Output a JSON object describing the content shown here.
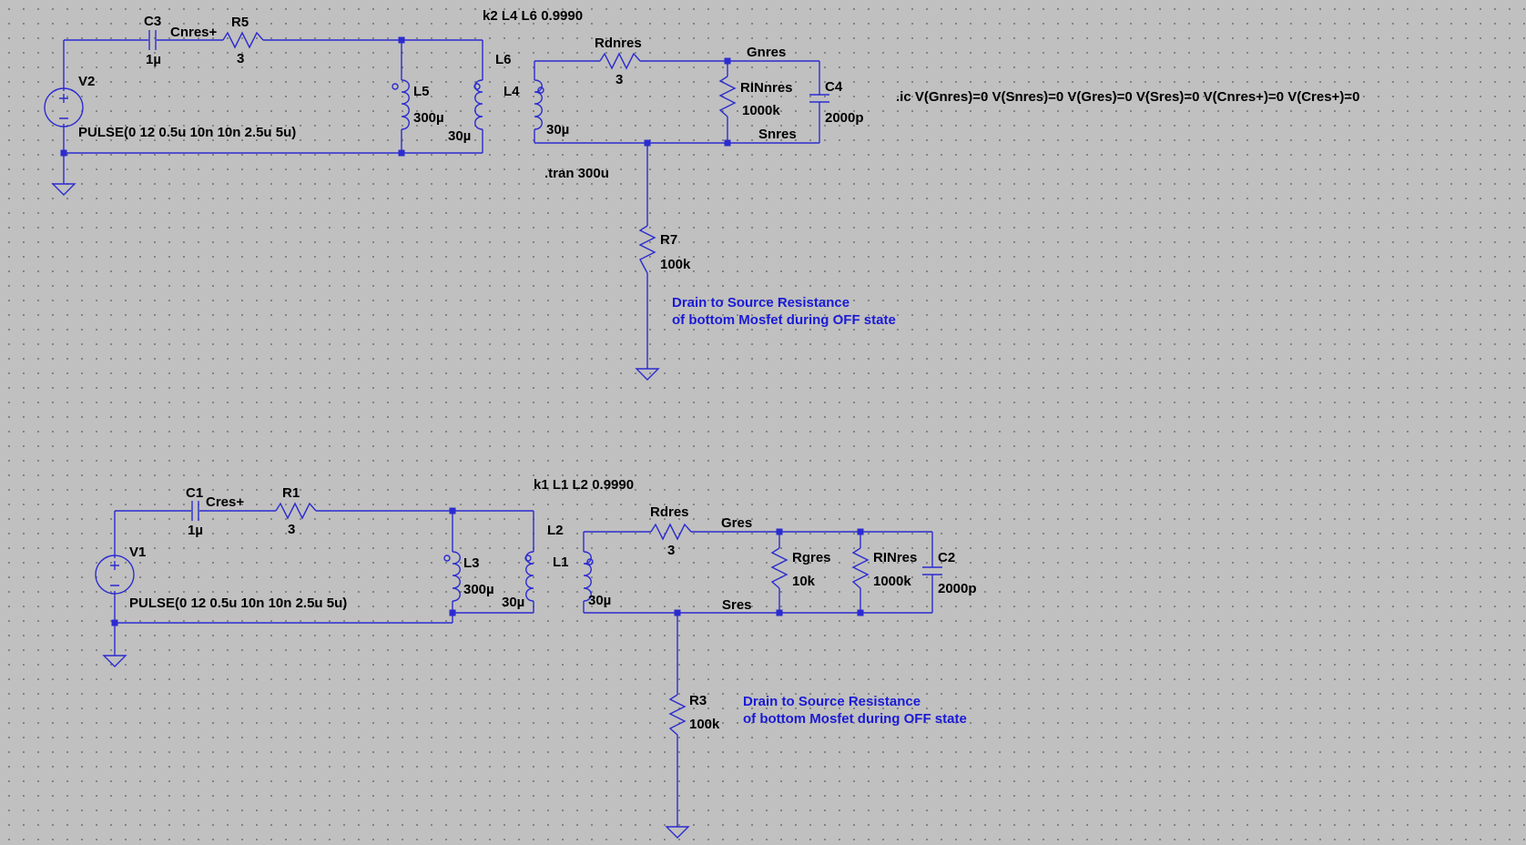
{
  "top": {
    "coupling": "k2 L4 L6 0.9990",
    "v2_name": "V2",
    "v2_value": "PULSE(0 12 0.5u 10n 10n 2.5u 5u)",
    "c3_name": "C3",
    "c3_value": "1µ",
    "net_cnres": "Cnres+",
    "r5_name": "R5",
    "r5_value": "3",
    "l5_name": "L5",
    "l5_value": "300µ",
    "l6_name": "L6",
    "l6_value": "30µ",
    "l4_name": "L4",
    "l4_value": "30µ",
    "rdnres_name": "Rdnres",
    "rdnres_value": "3",
    "net_gnres": "Gnres",
    "net_snres": "Snres",
    "rinnres_name": "RINnres",
    "rinnres_value": "1000k",
    "c4_name": "C4",
    "c4_value": "2000p",
    "tran": ".tran 300u",
    "ic": ".ic V(Gnres)=0 V(Snres)=0 V(Gres)=0 V(Sres)=0 V(Cnres+)=0 V(Cres+)=0",
    "r7_name": "R7",
    "r7_value": "100k",
    "comment_line1": "Drain to Source Resistance",
    "comment_line2": "of bottom Mosfet during OFF state"
  },
  "bottom": {
    "coupling": "k1 L1 L2 0.9990",
    "v1_name": "V1",
    "v1_value": "PULSE(0 12 0.5u 10n 10n 2.5u 5u)",
    "c1_name": "C1",
    "c1_value": "1µ",
    "net_cres": "Cres+",
    "r1_name": "R1",
    "r1_value": "3",
    "l3_name": "L3",
    "l3_value": "300µ",
    "l2_name": "L2",
    "l2_value": "30µ",
    "l1_name": "L1",
    "l1_value": "30µ",
    "rdres_name": "Rdres",
    "rdres_value": "3",
    "net_gres": "Gres",
    "net_sres": "Sres",
    "rgres_name": "Rgres",
    "rgres_value": "10k",
    "rinres_name": "RINres",
    "rinres_value": "1000k",
    "c2_name": "C2",
    "c2_value": "2000p",
    "r3_name": "R3",
    "r3_value": "100k",
    "comment_line1": "Drain to Source Resistance",
    "comment_line2": "of bottom Mosfet during OFF state"
  },
  "colors": {
    "background": "#c0c0c0",
    "wire": "#2b2bd0",
    "comment": "#1a1ad6",
    "label": "#000000"
  }
}
